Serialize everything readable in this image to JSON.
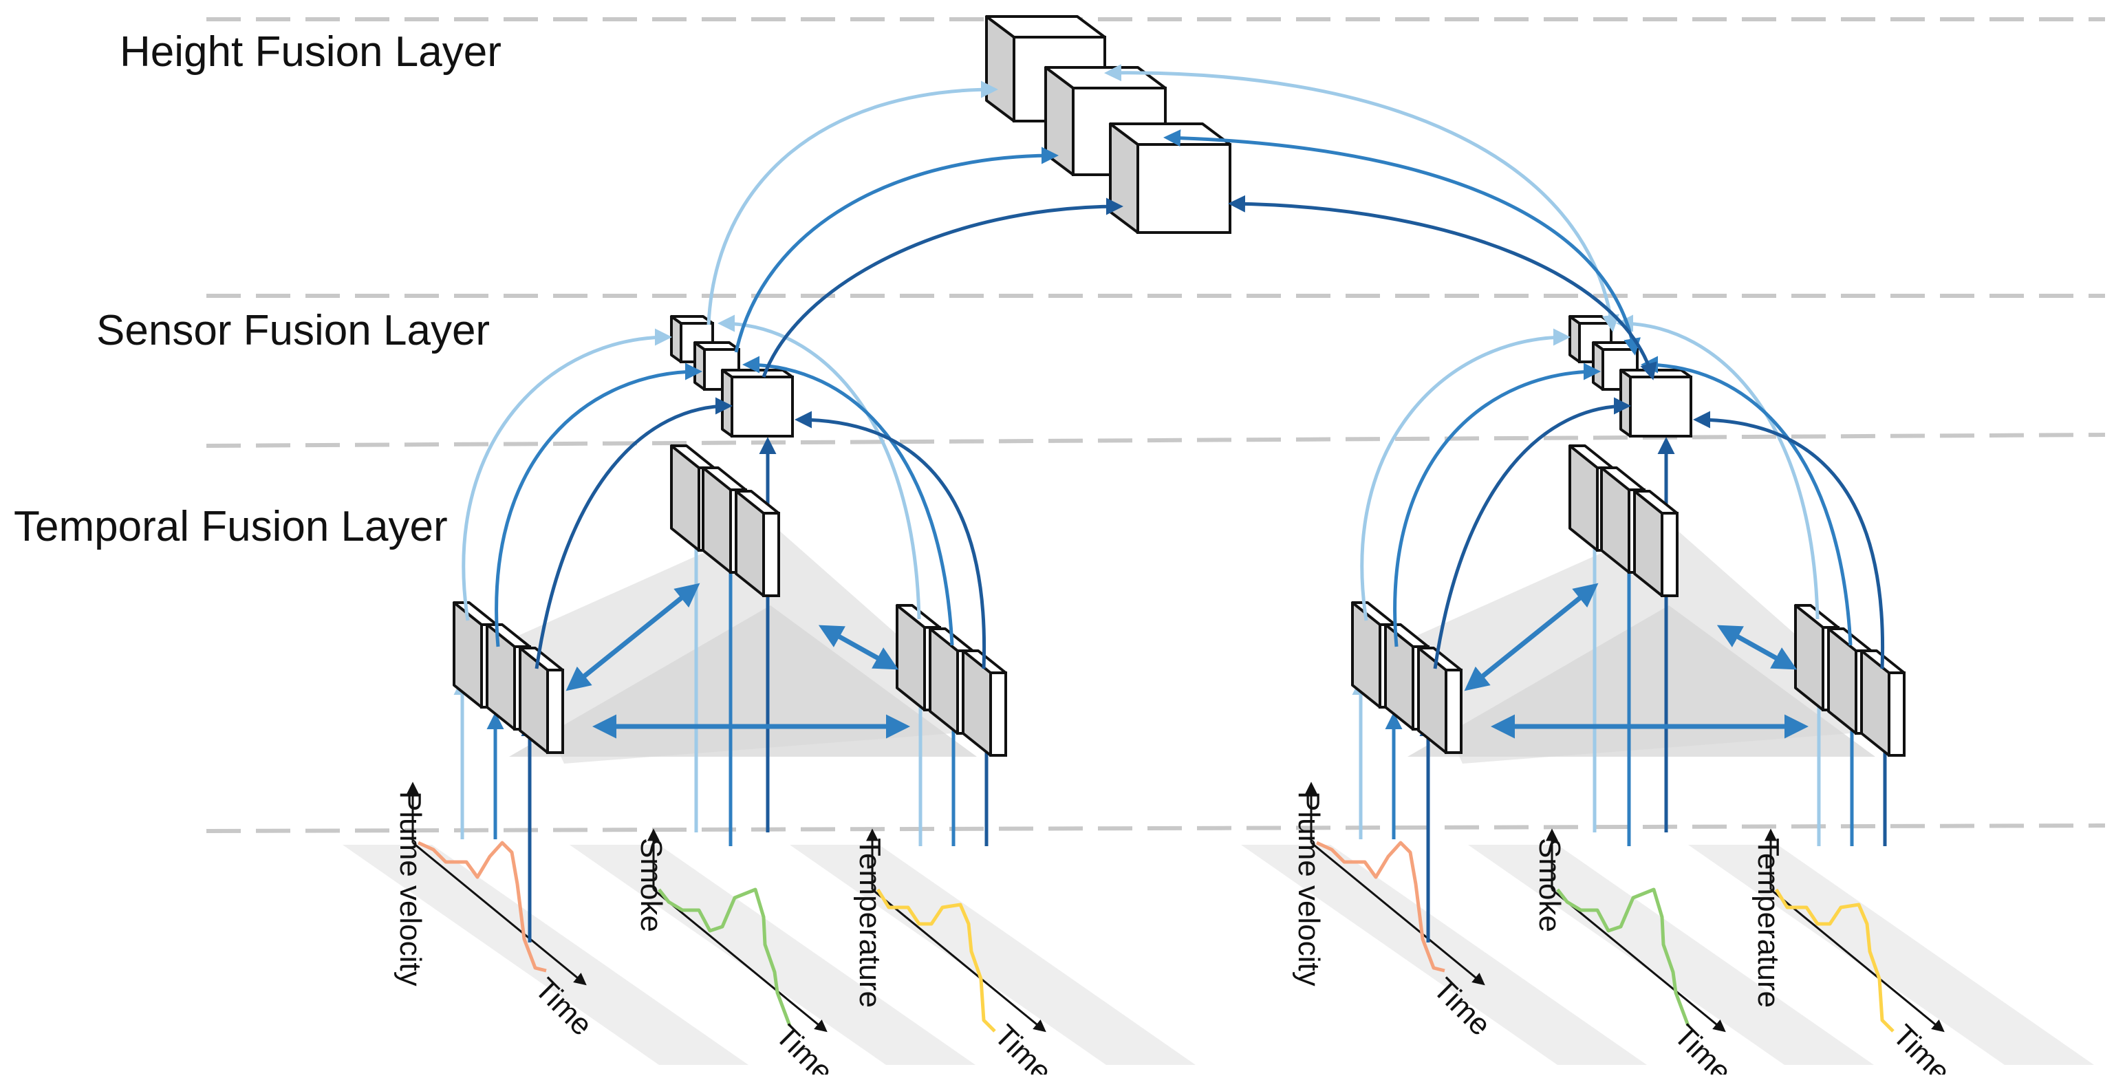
{
  "layers": {
    "height": "Height Fusion Layer",
    "sensor": "Sensor Fusion Layer",
    "temporal": "Temporal Fusion Layer"
  },
  "sensors": [
    {
      "key": "plume",
      "label": "Plume velocity",
      "color": "#f5a27c"
    },
    {
      "key": "smoke",
      "label": "Smoke",
      "color": "#8fcc6e"
    },
    {
      "key": "temp",
      "label": "Temperature",
      "color": "#fdd44a"
    }
  ],
  "axis": {
    "time_label": "Time"
  },
  "colors": {
    "arrow_light": "#9ecae8",
    "arrow_mid": "#2f7fc1",
    "arrow_dark": "#1d5a9a",
    "plane_fill": "#d7d7d7",
    "dashed_line": "#c8c8c8",
    "cube_face": "#ffffff",
    "cube_side": "#cfcfcf"
  }
}
